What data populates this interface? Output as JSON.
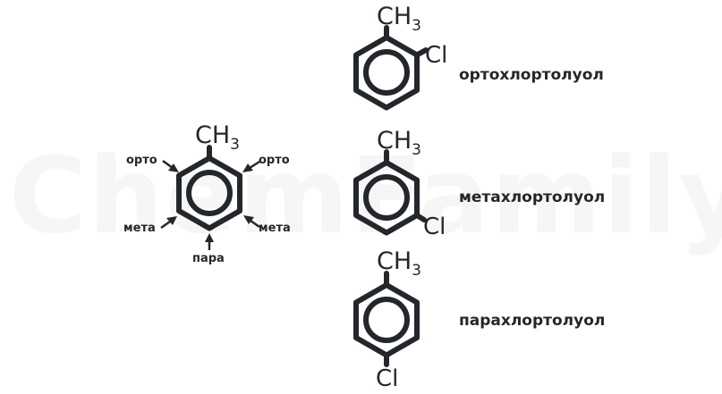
{
  "watermark": "ChemFamily",
  "toluene": {
    "ch3": {
      "main": "CH",
      "sub": "3"
    },
    "positions": {
      "ortho_left": "орто",
      "ortho_right": "орто",
      "meta_left": "мета",
      "meta_right": "мета",
      "para": "пара"
    }
  },
  "isomers": [
    {
      "ch3_main": "CH",
      "ch3_sub": "3",
      "substituent": "Cl",
      "name": "ортохлортолуол"
    },
    {
      "ch3_main": "CH",
      "ch3_sub": "3",
      "substituent": "Cl",
      "name": "метахлортолуол"
    },
    {
      "ch3_main": "CH",
      "ch3_sub": "3",
      "substituent": "Cl",
      "name": "парахлортолуол"
    }
  ],
  "colors": {
    "ink": "#23272b",
    "watermark": "#f6f6f6",
    "background": "#ffffff"
  }
}
